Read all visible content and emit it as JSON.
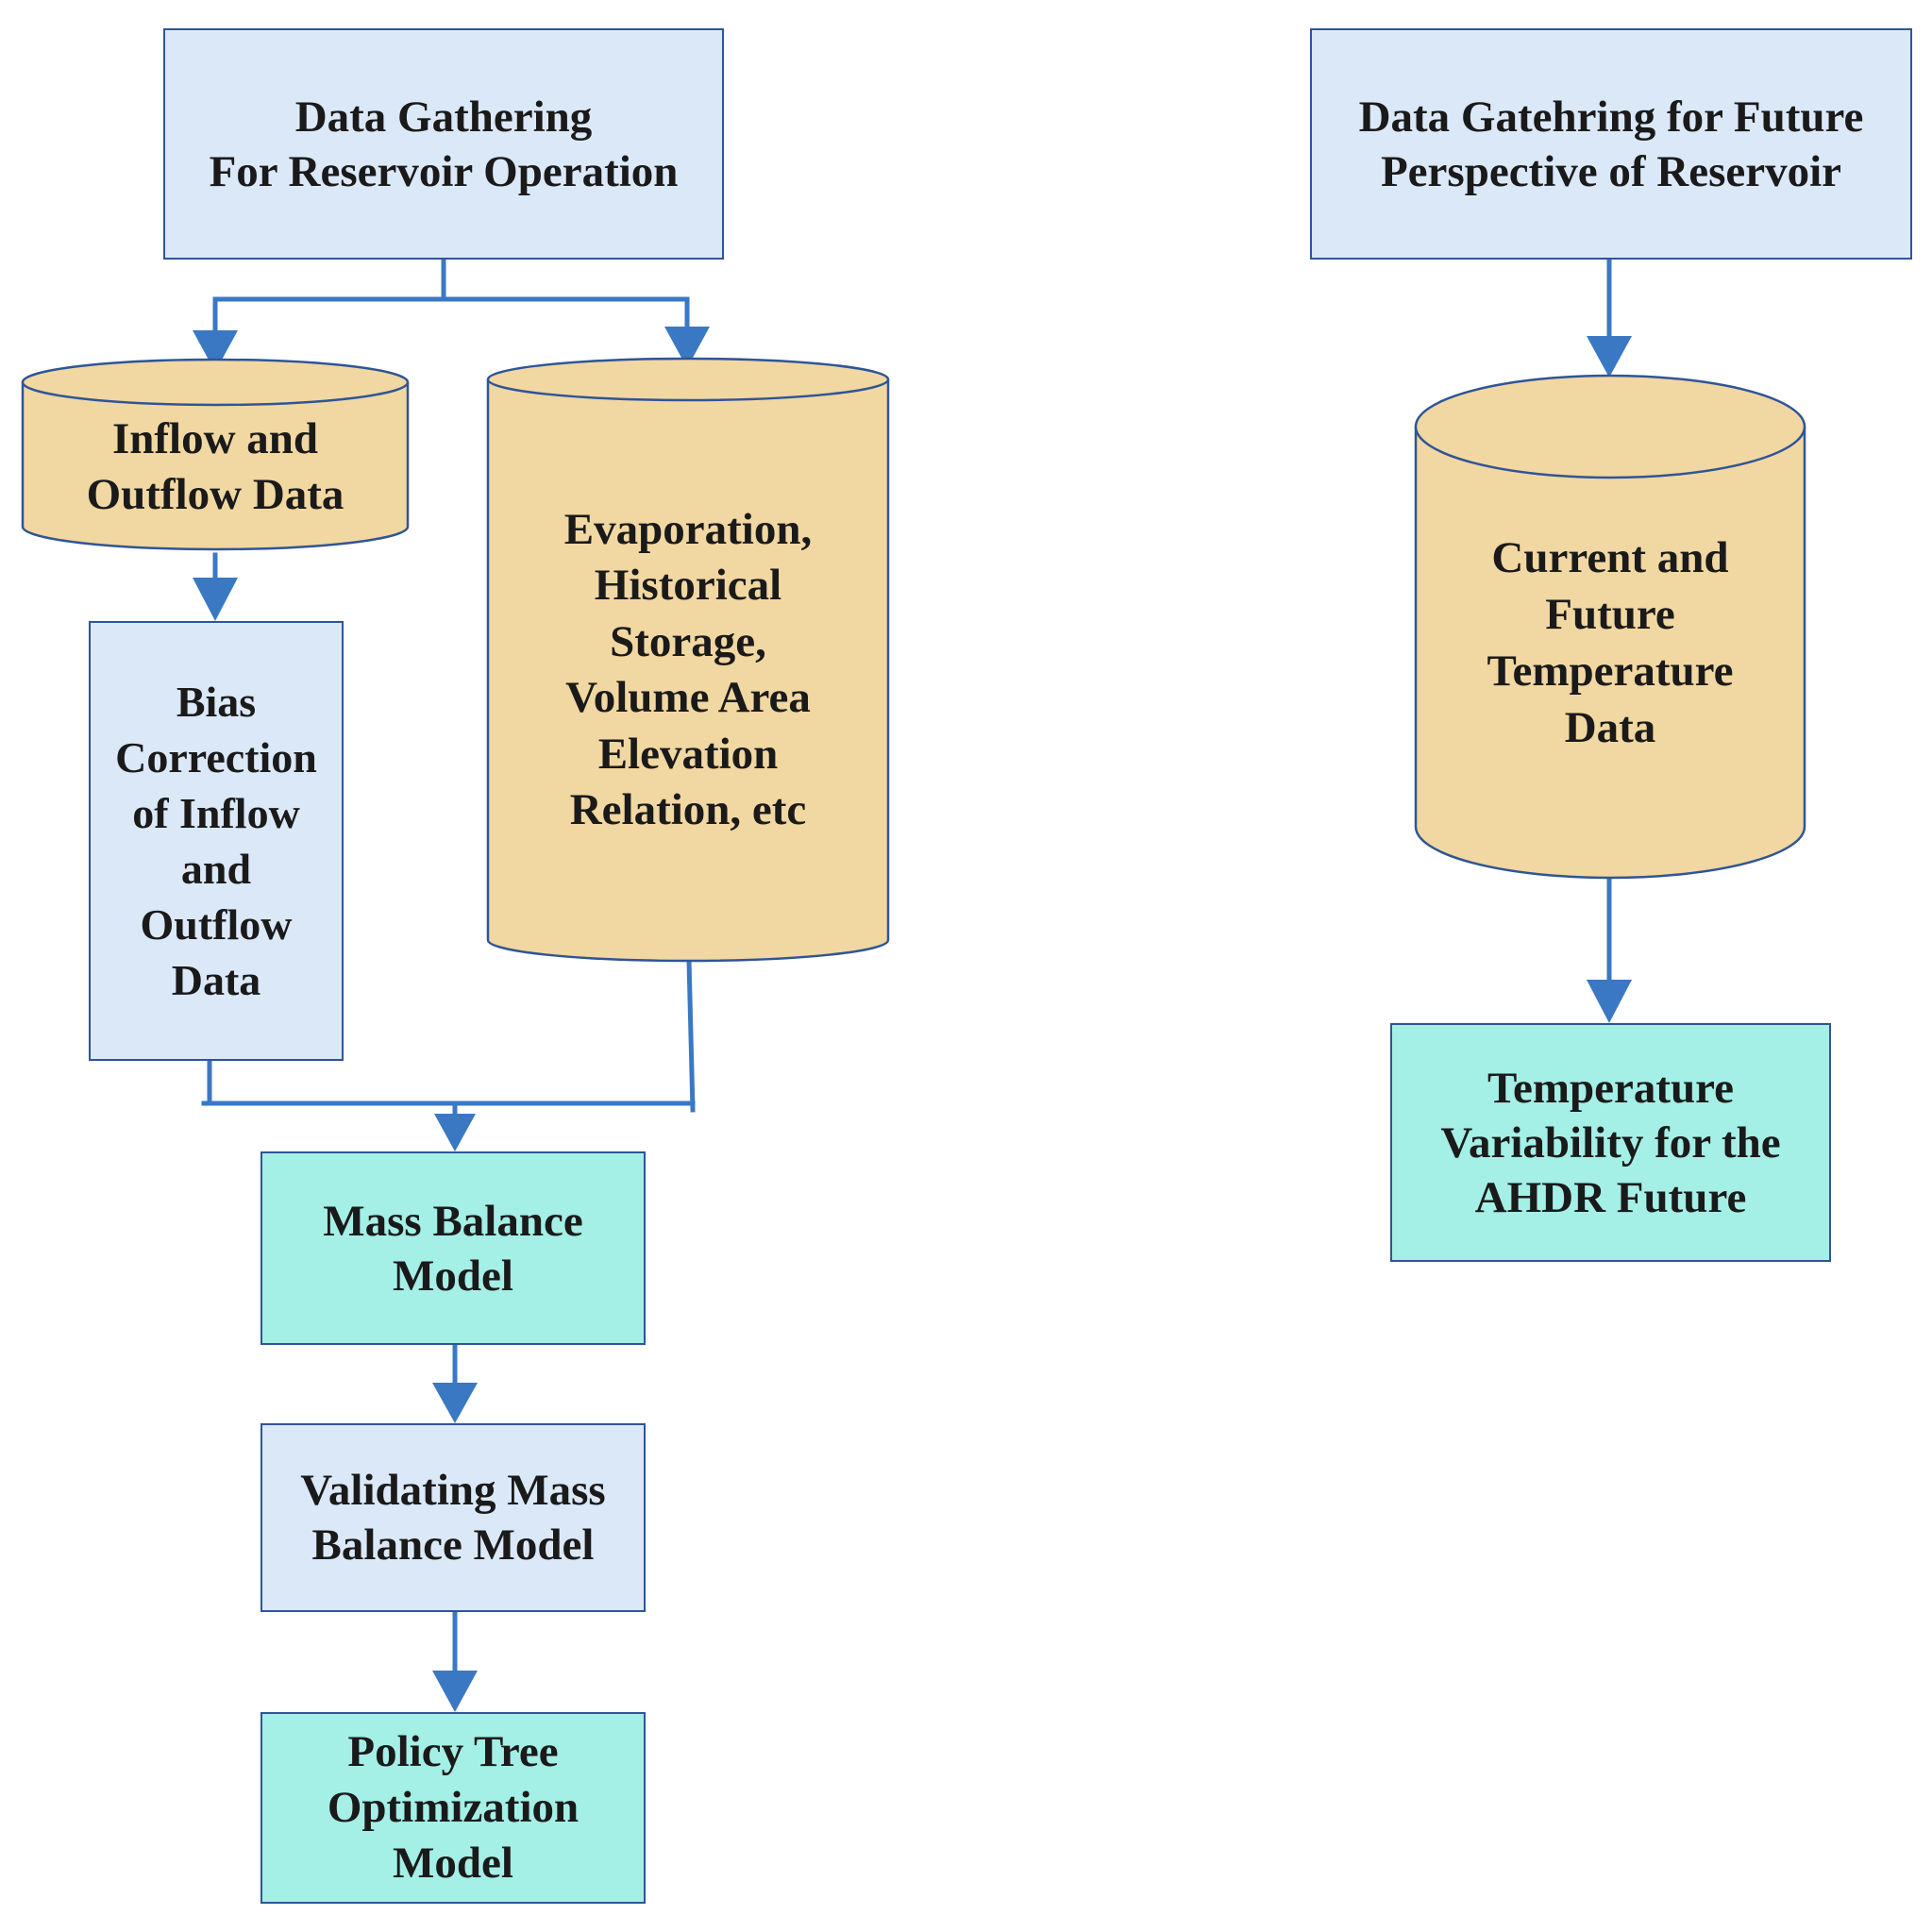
{
  "colors": {
    "process_fill": "#dbe8f8",
    "model_fill": "#a4efe6",
    "data_fill": "#f1d7a1",
    "border": "#2f5597",
    "arrow": "#3a78c3"
  },
  "nodes": {
    "data_gathering": {
      "lines": [
        "Data Gathering",
        "For Reservoir Operation"
      ]
    },
    "future_gathering": {
      "lines": [
        "Data Gatehring for Future",
        "Perspective of Reservoir"
      ]
    },
    "inflow_outflow": {
      "lines": [
        "Inflow and",
        "Outflow Data"
      ]
    },
    "evaporation": {
      "lines": [
        "Evaporation,",
        "Historical",
        "Storage,",
        "Volume Area",
        "Elevation",
        "Relation, etc"
      ]
    },
    "temperature_data": {
      "lines": [
        "Current and",
        "Future",
        "Temperature",
        "Data"
      ]
    },
    "bias_correction": {
      "lines": [
        "Bias",
        "Correction",
        "of Inflow",
        "and",
        "Outflow",
        "Data"
      ]
    },
    "mass_balance": {
      "lines": [
        "Mass Balance",
        "Model"
      ]
    },
    "validating": {
      "lines": [
        "Validating Mass",
        "Balance Model"
      ]
    },
    "policy_tree": {
      "lines": [
        "Policy Tree",
        "Optimization",
        "Model"
      ]
    },
    "temp_variability": {
      "lines": [
        "Temperature",
        "Variability for the",
        "AHDR Future"
      ]
    }
  }
}
